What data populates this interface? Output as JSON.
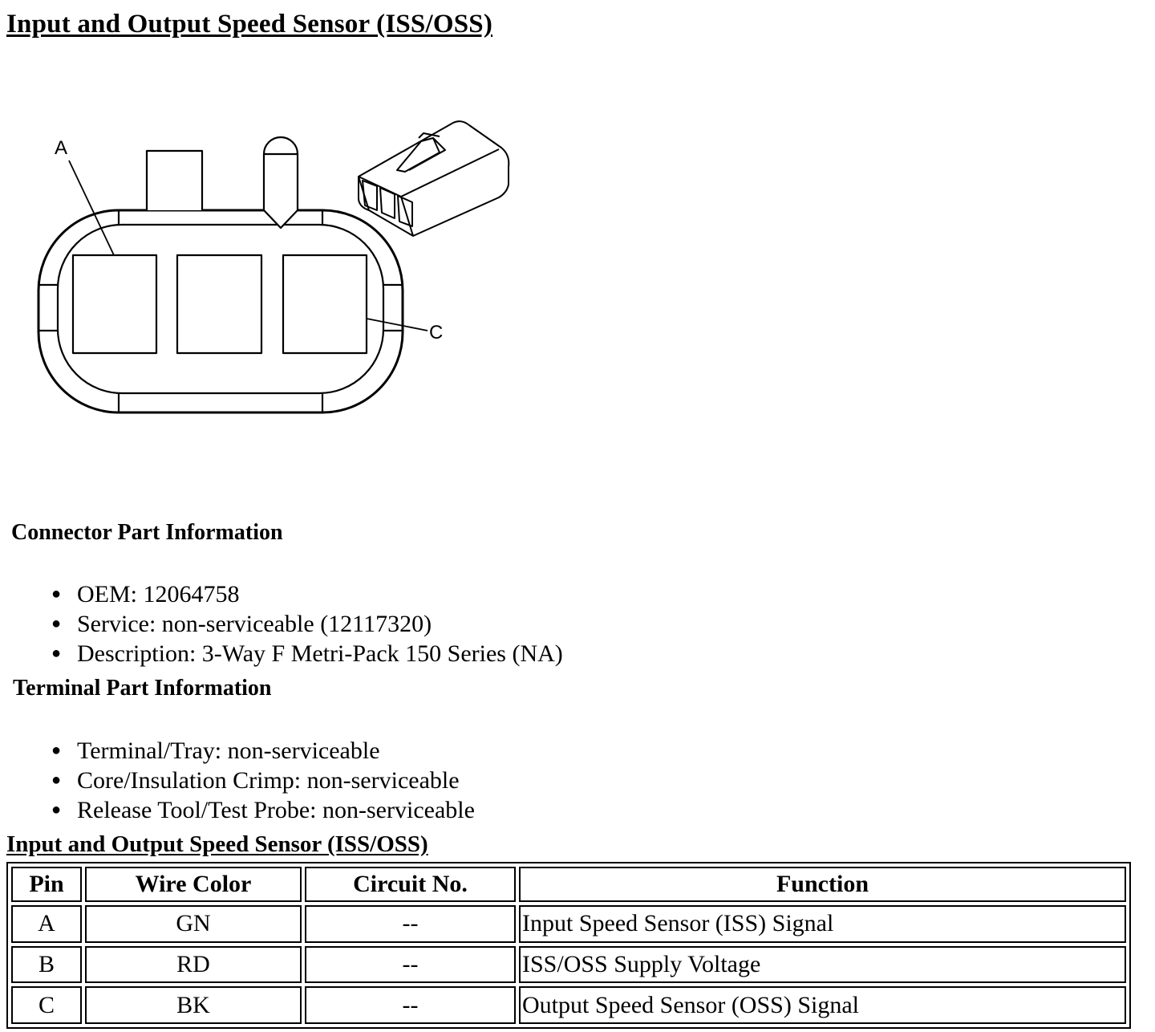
{
  "title": "Input and Output Speed Sensor (ISS/OSS)",
  "diagram": {
    "label_a": "A",
    "label_c": "C"
  },
  "connector_info": {
    "heading": "Connector Part Information",
    "items": [
      "OEM: 12064758",
      "Service: non-serviceable (12117320)",
      "Description: 3-Way F Metri-Pack 150 Series (NA)"
    ]
  },
  "terminal_info": {
    "heading": "Terminal Part Information",
    "items": [
      "Terminal/Tray: non-serviceable",
      "Core/Insulation Crimp: non-serviceable",
      "Release Tool/Test Probe: non-serviceable"
    ]
  },
  "table": {
    "title": "Input and Output Speed Sensor (ISS/OSS)",
    "headers": [
      "Pin",
      "Wire Color",
      "Circuit No.",
      "Function"
    ],
    "rows": [
      [
        "A",
        "GN",
        "--",
        "Input Speed Sensor (ISS) Signal"
      ],
      [
        "B",
        "RD",
        "--",
        "ISS/OSS Supply Voltage"
      ],
      [
        "C",
        "BK",
        "--",
        "Output Speed Sensor (OSS) Signal"
      ]
    ]
  }
}
